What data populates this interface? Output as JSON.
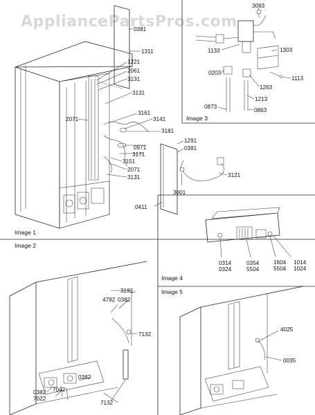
{
  "watermark": "AppliancePartsPros.com",
  "panels": {
    "image1": {
      "caption": "Image 1"
    },
    "image2": {
      "caption": "Image 2"
    },
    "image3": {
      "caption": "Image 3"
    },
    "image4": {
      "caption": "Image 4"
    },
    "image5": {
      "caption": "Image 5"
    }
  },
  "callouts": {
    "c0381a": "0381",
    "c1311": "1311",
    "c1221": "1221",
    "c2061": "2061",
    "c3131a": "3131",
    "c3131b": "3131",
    "c2071a": "2071",
    "c3161": "3161",
    "c3141": "3141",
    "c3181": "3181",
    "c0971": "0971",
    "c3171": "3171",
    "c1291": "1291",
    "c3151": "3151",
    "c2071b": "2071",
    "c0381b": "0381",
    "c3131c": "3131",
    "c3121": "3121",
    "c3001": "3001",
    "c0411": "0411",
    "c3093": "3093",
    "c1133": "1133",
    "c1303": "1303",
    "c0203": "0203",
    "c1113": "1113",
    "c1263": "1263",
    "c1213": "1213",
    "c0873": "0873",
    "c0863": "0863",
    "c0314": "0314",
    "c0324": "0324",
    "c0354": "0354",
    "c5504a": "5504",
    "c1604": "1604",
    "c5504b": "5504",
    "c1014": "1014",
    "c1024": "1024",
    "c4782": "4782",
    "c3192": "3192",
    "c0382a": "0382",
    "c7132a": "7132",
    "c0382b": "0382",
    "c0382c": "0382",
    "c7022": "7022",
    "c7042": "7042",
    "c7132b": "7132",
    "c4025": "4025",
    "c0035": "0035"
  }
}
